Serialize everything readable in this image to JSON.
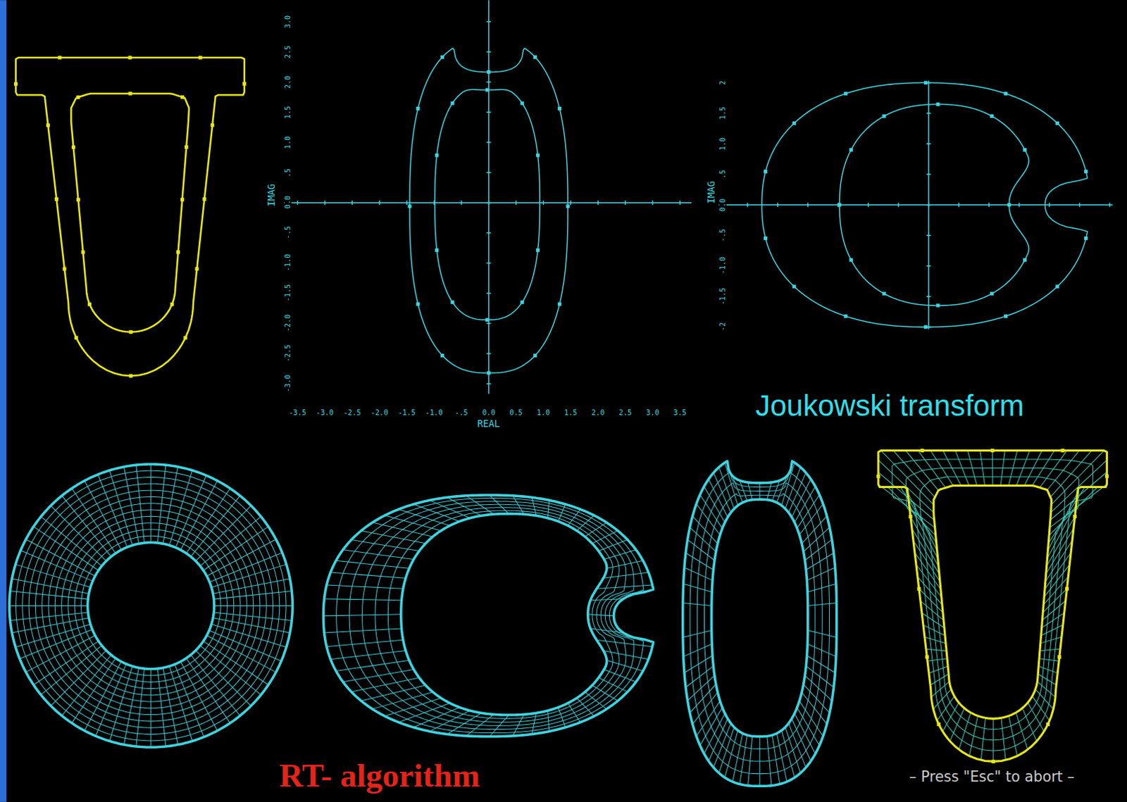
{
  "diagram": {
    "labels": [
      "Joukowski transform",
      "RT- algorithm",
      "– Press \"Esc\" to abort –",
      "REAL",
      "IMAG",
      "IMAG",
      "-3.5",
      "-3.0",
      "-2.5",
      "-2.0",
      "-1.5",
      "-1.0",
      "-.5",
      "0.0",
      "0.5",
      "1.0",
      "1.5",
      "2.0",
      "2.5",
      "3.0",
      "3.5",
      "3.0",
      "2.5",
      "2.0",
      "1.5",
      "1.0",
      ".5",
      "0.0",
      "-.5",
      "-1.0",
      "-1.5",
      "-2.0",
      "-2.5",
      "-3.0",
      "2",
      "1.5",
      "1.0",
      ".5",
      "0.0",
      "-.5",
      "-1.0",
      "-1.5",
      "-2"
    ]
  }
}
